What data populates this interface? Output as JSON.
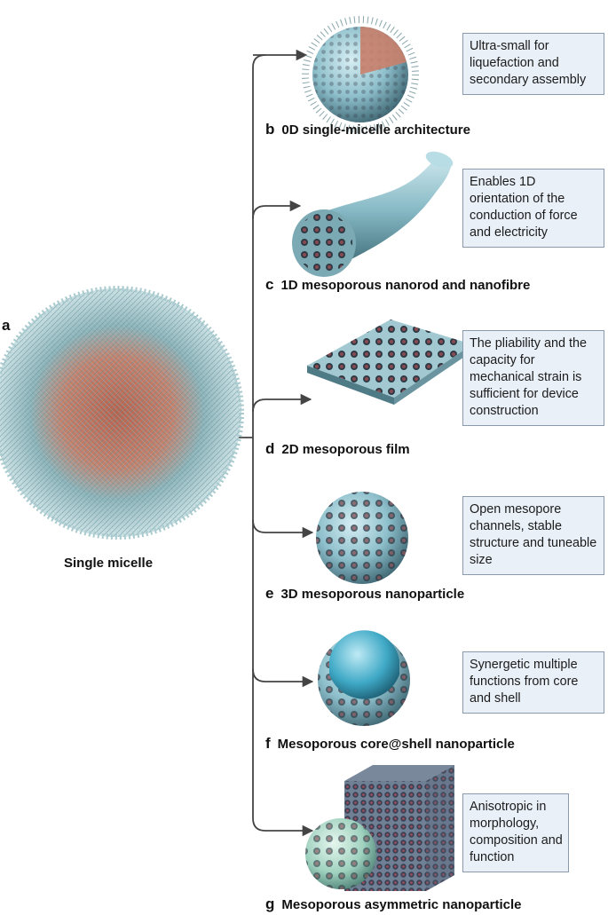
{
  "panel_a": {
    "letter": "a",
    "label": "Single micelle"
  },
  "panels": [
    {
      "letter": "b",
      "caption": "0D single-micelle architecture",
      "note": "Ultra-small for liquefaction and secondary assembly"
    },
    {
      "letter": "c",
      "caption": "1D mesoporous nanorod and nanofibre",
      "note": "Enables 1D orientation of the conduction of force and electricity"
    },
    {
      "letter": "d",
      "caption": "2D mesoporous film",
      "note": "The pliability and the capacity for mechanical strain is sufficient for device construction"
    },
    {
      "letter": "e",
      "caption": "3D mesoporous nanoparticle",
      "note": "Open mesopore channels, stable structure and tuneable size"
    },
    {
      "letter": "f",
      "caption": "Mesoporous core@shell nanoparticle",
      "note": "Synergetic multiple functions from core and shell"
    },
    {
      "letter": "g",
      "caption": "Mesoporous asymmetric nanoparticle",
      "note": "Anisotropic in morphology, composition and function"
    }
  ],
  "colors": {
    "connector": "#444444",
    "note_bg": "#e9f0f8",
    "note_border": "#8a9aac",
    "silica": "#8fc3cf",
    "core": "#c47a66"
  }
}
